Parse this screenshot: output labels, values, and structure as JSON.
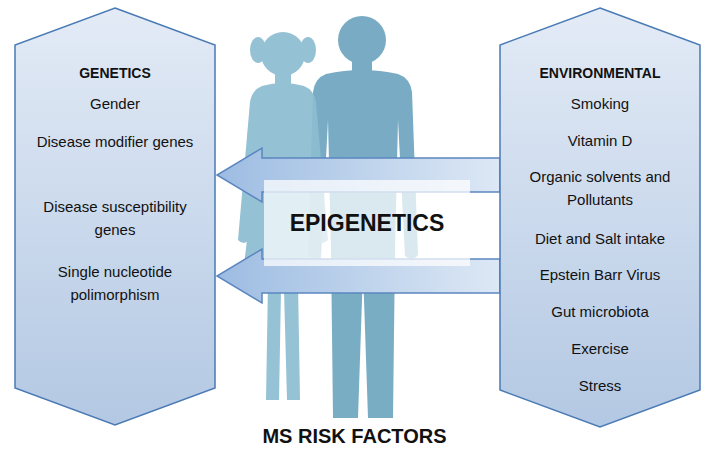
{
  "diagram": {
    "title": "MS RISK FACTORS",
    "nodes": [
      {
        "text": [
          "GENETICS",
          "Gender",
          "Disease modifier genes",
          "Disease susceptibility genes",
          "Single nucleotide polimorphism"
        ]
      },
      {
        "text": [
          "EPIGENETICS"
        ]
      },
      {
        "text": [
          "ENVIRONMENTAL",
          "Smoking",
          "Vitamin D",
          "Organic solvents and Pollutants",
          "Diet and Salt intake",
          "Epstein Barr Virus",
          "Gut microbiota",
          "Exercise",
          "Stress"
        ]
      }
    ],
    "edges": [
      {
        "from": 2,
        "to": 0,
        "arrow": "to"
      },
      {
        "from": 2,
        "to": 0,
        "arrow": "to"
      }
    ]
  }
}
